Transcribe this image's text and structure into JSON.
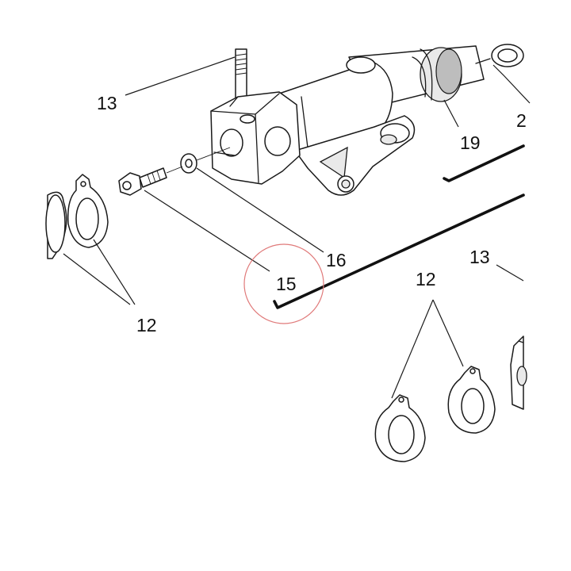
{
  "labels": {
    "l13a": "13",
    "l2": "2",
    "l19": "19",
    "l16": "16",
    "l15": "15",
    "l12a": "12",
    "l13b": "13",
    "l12b": "12"
  },
  "highlight": {
    "color": "#e07a7a",
    "target_label": "15"
  },
  "icons": {
    "left_clip_pair": "ring-clamp-icon",
    "right_clip_pair": "ring-clamp-icon",
    "bolt": "bolt-icon",
    "washer": "washer-icon"
  }
}
